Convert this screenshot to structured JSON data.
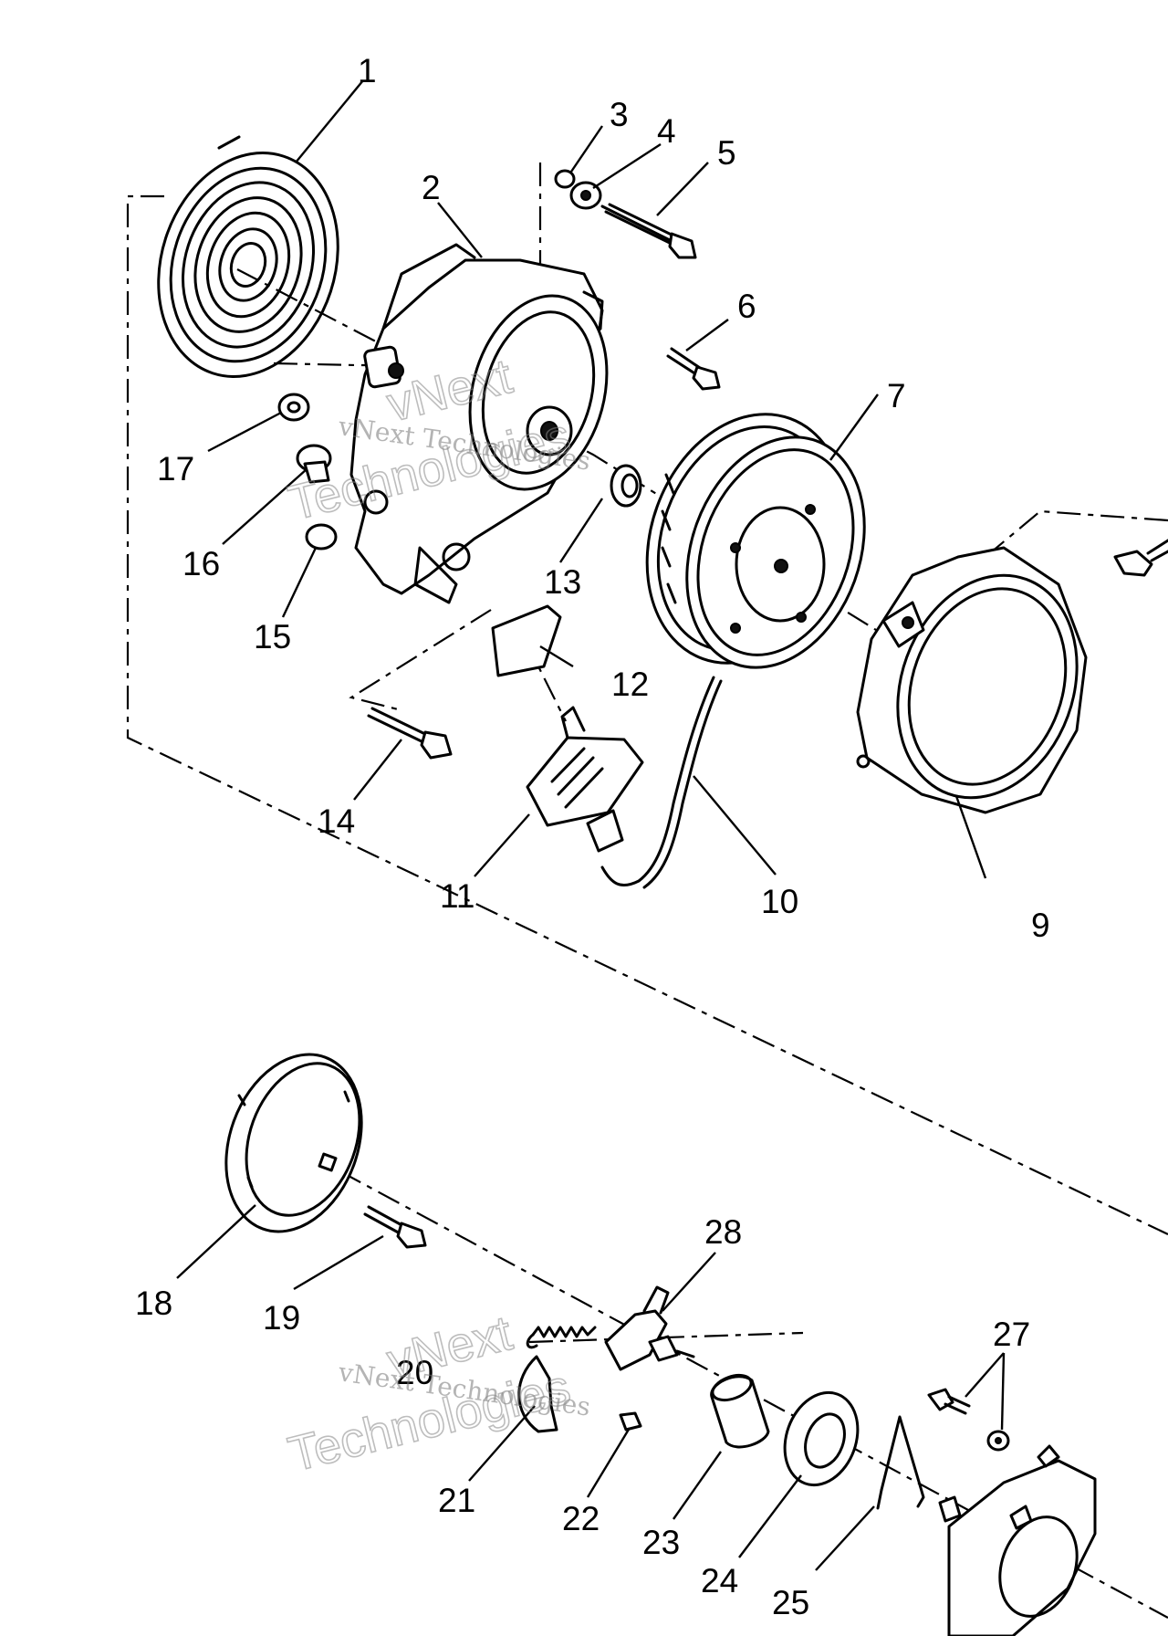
{
  "callouts": {
    "c1": "1",
    "c2": "2",
    "c3": "3",
    "c4": "4",
    "c5": "5",
    "c6": "6",
    "c7": "7",
    "c9": "9",
    "c10": "10",
    "c11": "11",
    "c12": "12",
    "c13": "13",
    "c14": "14",
    "c15": "15",
    "c16": "16",
    "c17": "17",
    "c18": "18",
    "c19": "19",
    "c20": "20",
    "c21": "21",
    "c22": "22",
    "c23": "23",
    "c24": "24",
    "c25": "25",
    "c27": "27",
    "c28": "28"
  },
  "watermark": {
    "line_small": "vNext Technologies",
    "big_top": "vNext",
    "big_bottom": "Technologies"
  }
}
